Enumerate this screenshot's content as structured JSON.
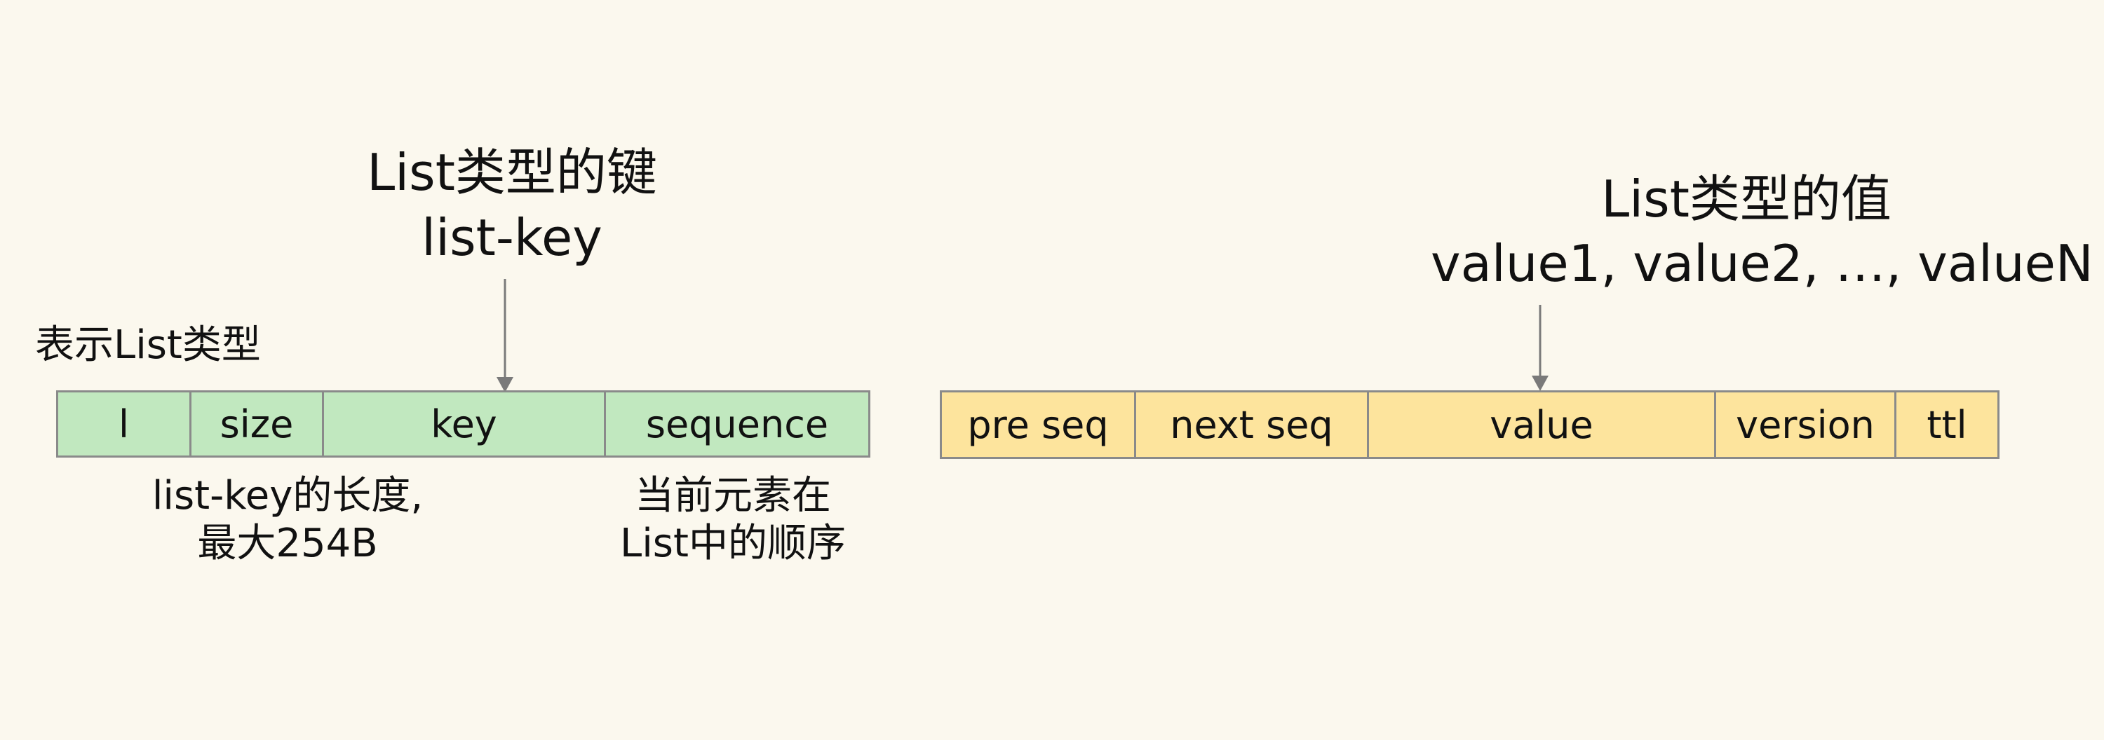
{
  "key_section": {
    "title_line1": "List类型的键",
    "title_line2": "list-key",
    "type_label": "表示List类型",
    "fields": [
      "l",
      "size",
      "key",
      "sequence"
    ],
    "size_note_line1": "list-key的长度,",
    "size_note_line2": "最大254B",
    "sequence_note_line1": "当前元素在",
    "sequence_note_line2": "List中的顺序"
  },
  "value_section": {
    "title_line1": "List类型的值",
    "title_line2": "value1, value2, …, valueN",
    "fields": [
      "pre seq",
      "next seq",
      "value",
      "version",
      "ttl"
    ]
  },
  "colors": {
    "key_fill": "#c1e8bf",
    "value_fill": "#fde49d",
    "border": "#8a8a8a",
    "background": "#fbf8ee"
  }
}
